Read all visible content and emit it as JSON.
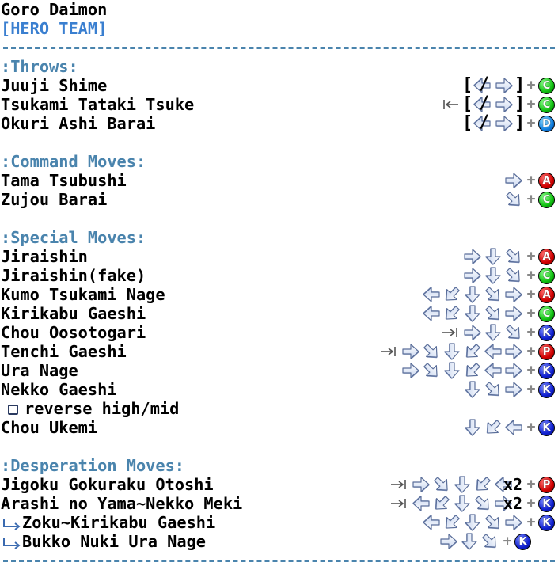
{
  "header": {
    "character": "Goro Daimon",
    "team": "[HERO TEAM]"
  },
  "divider_text": "--------------------------------------------------------------",
  "sections": {
    "throws": ":Throws:",
    "command": ":Command Moves:",
    "special": ":Special Moves:",
    "desperation": ":Desperation Moves:"
  },
  "moves": {
    "juuji_shime": "Juuji Shime",
    "tsukami_tataki_tsuke": "Tsukami Tataki Tsuke",
    "okuri_ashi_barai": "Okuri Ashi Barai",
    "tama_tsubushi": "Tama Tsubushi",
    "zujou_barai": "Zujou Barai",
    "jiraishin": "Jiraishin",
    "jiraishin_fake": "Jiraishin(fake)",
    "kumo_tsukami_nage": "Kumo Tsukami Nage",
    "kirikabu_gaeshi": "Kirikabu Gaeshi",
    "chou_oosotogari": "Chou Oosotogari",
    "tenchi_gaeshi": "Tenchi Gaeshi",
    "ura_nage": "Ura Nage",
    "nekko_gaeshi": "Nekko Gaeshi",
    "reverse_note": "reverse high/mid",
    "chou_ukemi": "Chou Ukemi",
    "jigoku": "Jigoku Gokuraku Otoshi",
    "arashi": "Arashi no Yama~Nekko Meki",
    "zoku": "Zoku~Kirikabu Gaeshi",
    "bukko": "Bukko Nuki Ura Nage"
  },
  "buttons": {
    "A": "A",
    "C": "C",
    "D": "D",
    "K": "K",
    "P": "P"
  },
  "multiplier": "x2",
  "colors": {
    "section": "#4a84ad",
    "team": "#3a7fd0",
    "btn_red": "#d00000",
    "btn_green": "#10c010",
    "btn_lightblue": "#1080e0",
    "btn_darkblue": "#1020d0"
  }
}
